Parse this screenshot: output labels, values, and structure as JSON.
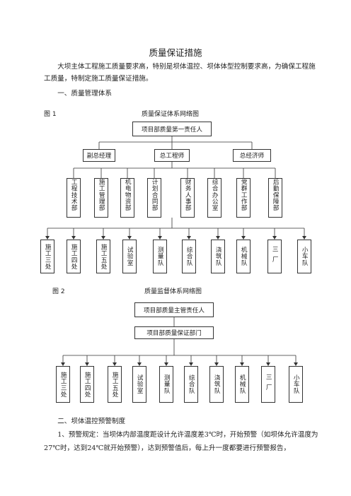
{
  "document": {
    "title": "质量保证措施",
    "intro": "大坝主体工程施工质量要求高，特别是坝体温控、坝体体型控制要求高，为确保工程施工质量，特制定施工质量保证措施。",
    "section1": "一、质量管理体系",
    "section2": "二、坝体温控预警制度",
    "item1": "1、预警规定：当坝体内部温度距设计允许温度差3℃时，开始预警（如坝体允许温度为27℃时，达到24℃就开始预警），达到预警值后，每上升一度都要进行预警报告，"
  },
  "fig1": {
    "label": "图 1",
    "caption": "质量保证体系网络图",
    "top": "项目部质量第一责任人",
    "level2": [
      "副总经理",
      "总工程师",
      "总经济师"
    ],
    "departments": [
      "工程技术部",
      "施工管理部",
      "机电物资部",
      "计划合同部",
      "财务人事部",
      "综合办公室",
      "党群工作部",
      "后勤保障部"
    ],
    "units": [
      "施工三处",
      "施工四处",
      "施工五处",
      "试验室",
      "测量队",
      "综合队",
      "浇筑队",
      "机械队",
      "三厂",
      "小车队"
    ]
  },
  "fig2": {
    "label": "图 2",
    "caption": "质量监督体系网络图",
    "top": "项目部质量主管责任人",
    "middle": "项目部质量保证部门",
    "units": [
      "施工三处",
      "施工四处",
      "施工五处",
      "试验室",
      "测量队",
      "综合队",
      "浇筑队",
      "机械队",
      "三厂",
      "小车队"
    ]
  }
}
